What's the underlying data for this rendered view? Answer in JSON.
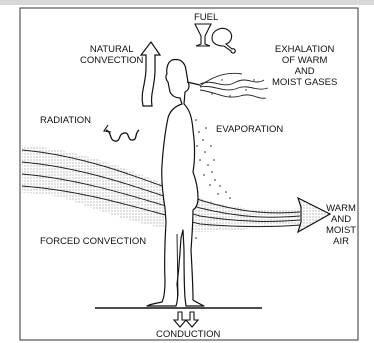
{
  "labels": {
    "fuel": "FUEL",
    "natural_convection": [
      "NATURAL",
      "CONVECTION"
    ],
    "exhalation": [
      "EXHALATION",
      "OF WARM",
      "AND",
      "MOIST GASES"
    ],
    "radiation": "RADIATION",
    "evaporation": "EVAPORATION",
    "warm_air": [
      "WARM",
      "AND",
      "MOIST",
      "AIR"
    ],
    "forced_convection": "FORCED CONVECTION",
    "conduction": "CONDUCTION"
  },
  "colors": {
    "ink": "#111111",
    "paper": "#ffffff",
    "stipple": "#7a7a7a"
  }
}
